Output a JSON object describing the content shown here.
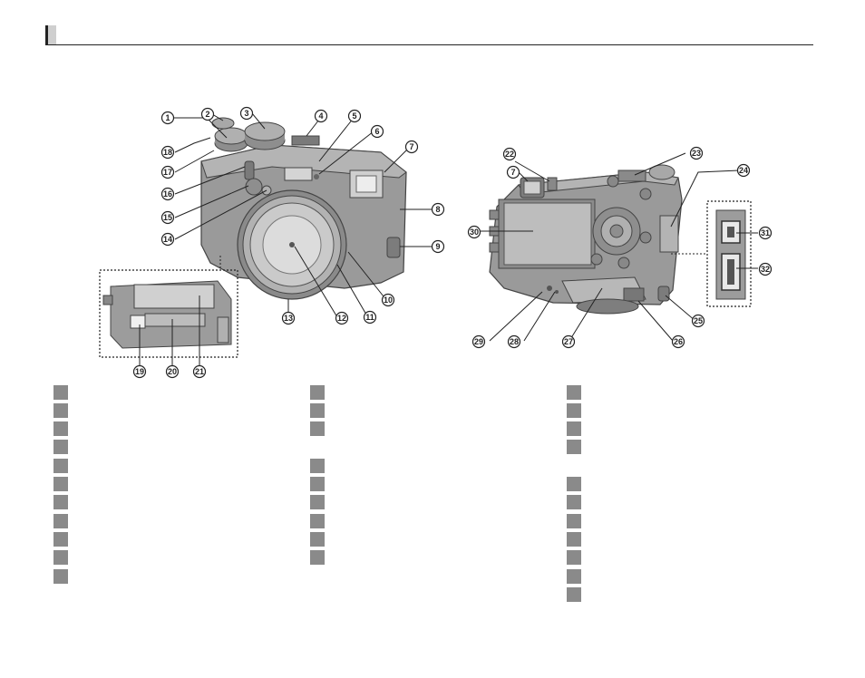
{
  "header": {
    "title": ""
  },
  "front_callouts": [
    "1",
    "2",
    "3",
    "4",
    "5",
    "6",
    "7",
    "8",
    "9",
    "10",
    "11",
    "12",
    "13",
    "14",
    "15",
    "16",
    "17",
    "18",
    "19",
    "20",
    "21"
  ],
  "back_callouts": [
    "7",
    "22",
    "23",
    "24",
    "25",
    "26",
    "27",
    "28",
    "29",
    "30",
    "31",
    "32"
  ],
  "legend": {
    "col1": [
      {
        "num": "",
        "label": ""
      },
      {
        "num": "",
        "label": ""
      },
      {
        "num": "",
        "label": ""
      },
      {
        "num": "",
        "label": ""
      },
      {
        "num": "",
        "label": ""
      },
      {
        "num": "",
        "label": ""
      },
      {
        "num": "",
        "label": ""
      },
      {
        "num": "",
        "label": ""
      },
      {
        "num": "",
        "label": ""
      },
      {
        "num": "",
        "label": ""
      },
      {
        "num": "",
        "label": ""
      }
    ],
    "col2": [
      {
        "num": "",
        "label": ""
      },
      {
        "num": "",
        "label": ""
      },
      {
        "num": "",
        "label": ""
      },
      {
        "num": "",
        "label": ""
      },
      {
        "num": "",
        "label": ""
      },
      {
        "num": "",
        "label": ""
      },
      {
        "num": "",
        "label": ""
      },
      {
        "num": "",
        "label": ""
      },
      {
        "num": "",
        "label": ""
      }
    ],
    "col3": [
      {
        "num": "",
        "label": ""
      },
      {
        "num": "",
        "label": ""
      },
      {
        "num": "",
        "label": ""
      },
      {
        "num": "",
        "label": ""
      },
      {
        "num": "",
        "label": ""
      },
      {
        "num": "",
        "label": ""
      },
      {
        "num": "",
        "label": ""
      },
      {
        "num": "",
        "label": ""
      },
      {
        "num": "",
        "label": ""
      },
      {
        "num": "",
        "label": ""
      },
      {
        "num": "",
        "label": ""
      },
      {
        "num": "",
        "label": ""
      }
    ]
  },
  "colors": {
    "ink": "#222222",
    "legend_box": "#8a8a8a",
    "camera_body": "#9a9a9a",
    "camera_dark": "#6e6e6e"
  }
}
